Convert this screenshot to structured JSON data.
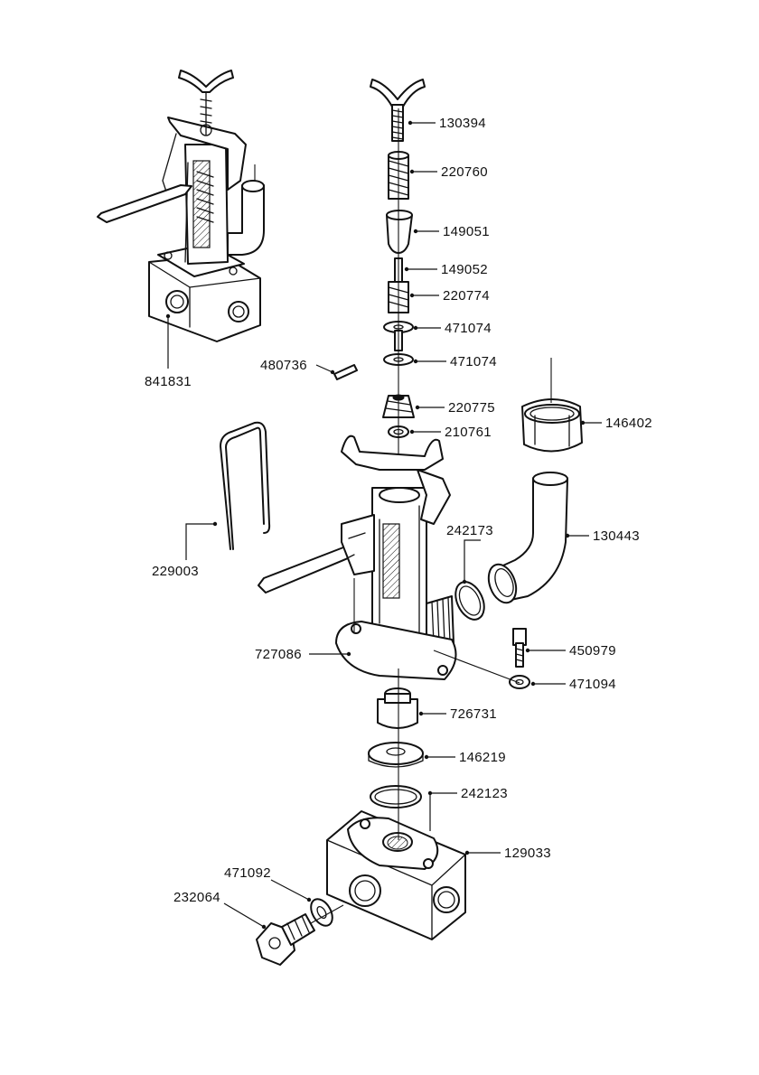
{
  "labels": {
    "p841831": "841831",
    "p130394": "130394",
    "p220760": "220760",
    "p149051": "149051",
    "p149052": "149052",
    "p220774": "220774",
    "p471074a": "471074",
    "p471074b": "471074",
    "p480736": "480736",
    "p220775": "220775",
    "p210761": "210761",
    "p146402": "146402",
    "p229003": "229003",
    "p242173": "242173",
    "p130443": "130443",
    "p727086": "727086",
    "p450979": "450979",
    "p471094": "471094",
    "p726731": "726731",
    "p146219": "146219",
    "p242123": "242123",
    "p129033": "129033",
    "p471092": "471092",
    "p232064": "232064"
  }
}
